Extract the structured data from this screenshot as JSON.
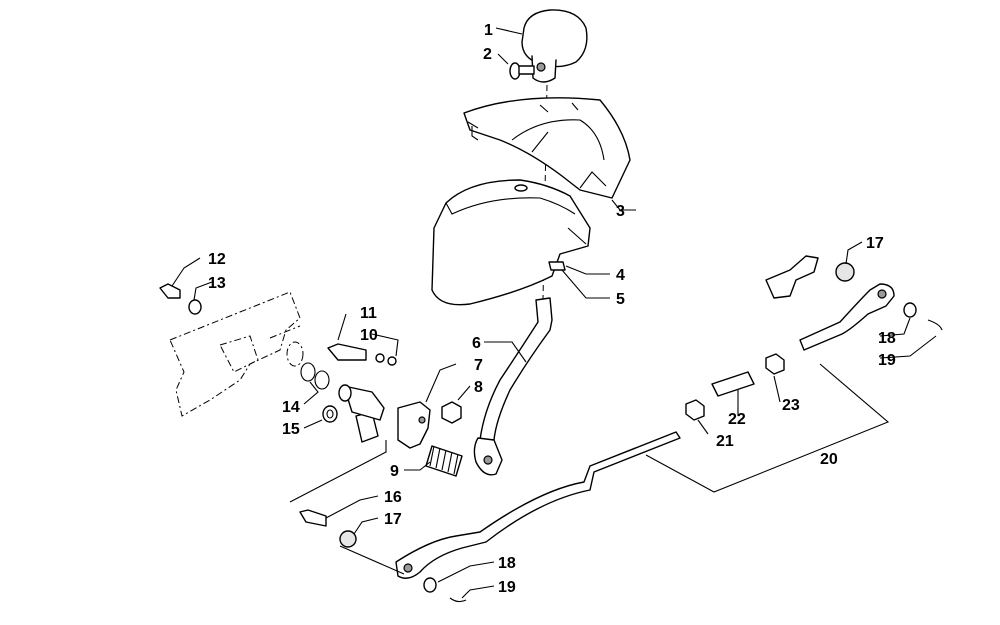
{
  "colors": {
    "line": "#000000",
    "background": "#ffffff",
    "fill_light": "#e6e6e6"
  },
  "callouts": {
    "c1": "1",
    "c2": "2",
    "c3": "3",
    "c4": "4",
    "c5": "5",
    "c6": "6",
    "c7": "7",
    "c8": "8",
    "c9": "9",
    "c10": "10",
    "c11": "11",
    "c12": "12",
    "c13": "13",
    "c14": "14",
    "c15": "15",
    "c16": "16",
    "c17a": "17",
    "c17b": "17",
    "c18a": "18",
    "c18b": "18",
    "c19a": "19",
    "c19b": "19",
    "c20": "20",
    "c21": "21",
    "c22": "22",
    "c23": "23"
  }
}
